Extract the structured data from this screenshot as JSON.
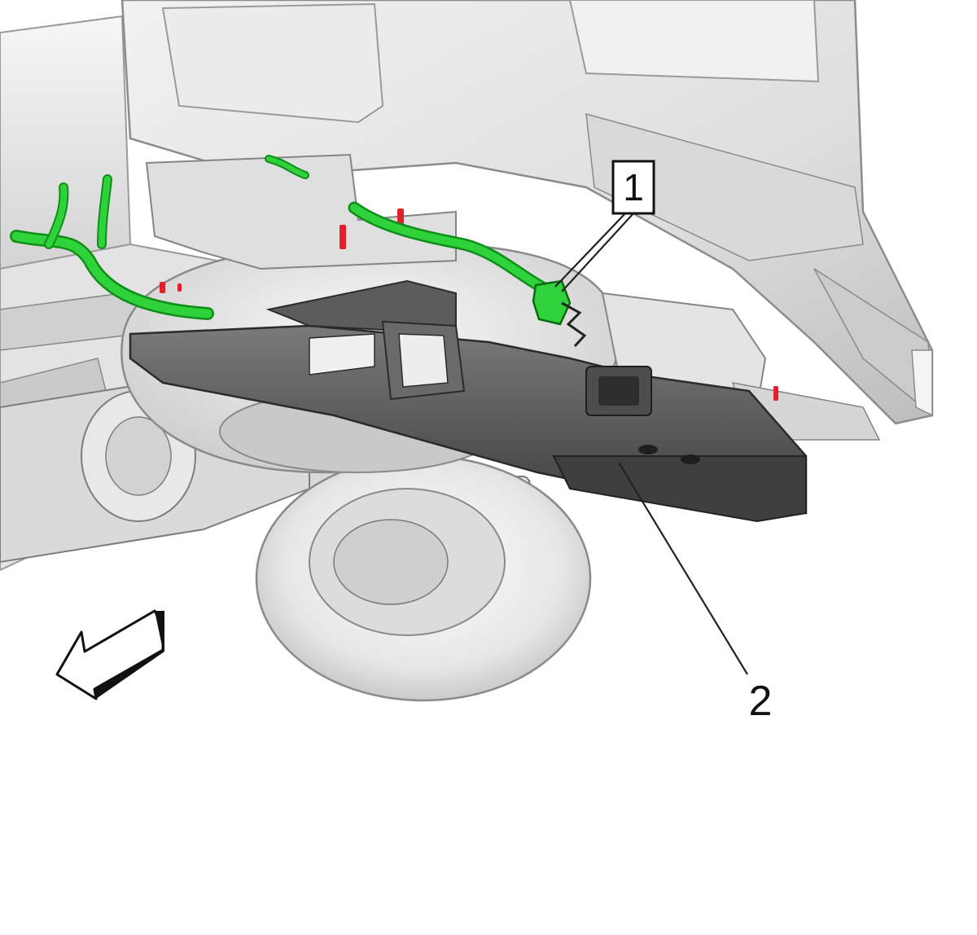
{
  "diagram": {
    "callouts": [
      {
        "id": "1",
        "label": "1",
        "boxed": true,
        "part": "harness-connector"
      },
      {
        "id": "2",
        "label": "2",
        "boxed": false,
        "part": "trailer-hitch"
      }
    ],
    "direction_arrow": {
      "icon": "front-direction-arrow-icon"
    },
    "colors": {
      "highlight_harness": "#2fd23a",
      "highlight_dark": "#0f8f1a",
      "body_light": "#ededed",
      "body_mid": "#cfcfcf",
      "body_shadow": "#a9a9a9",
      "hitch_dark": "#4a4a4a",
      "hitch_mid": "#6b6b6b",
      "fastener_red": "#e0202a",
      "outline": "#222222"
    }
  }
}
